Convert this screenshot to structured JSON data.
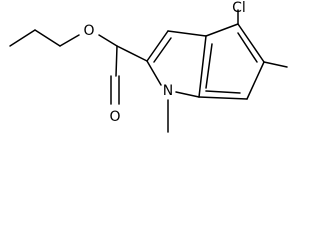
{
  "molecule": {
    "atoms": {
      "oxygen_ester": "O",
      "oxygen_carbonyl": "O",
      "nitrogen": "N",
      "chlorine": "Cl"
    }
  }
}
